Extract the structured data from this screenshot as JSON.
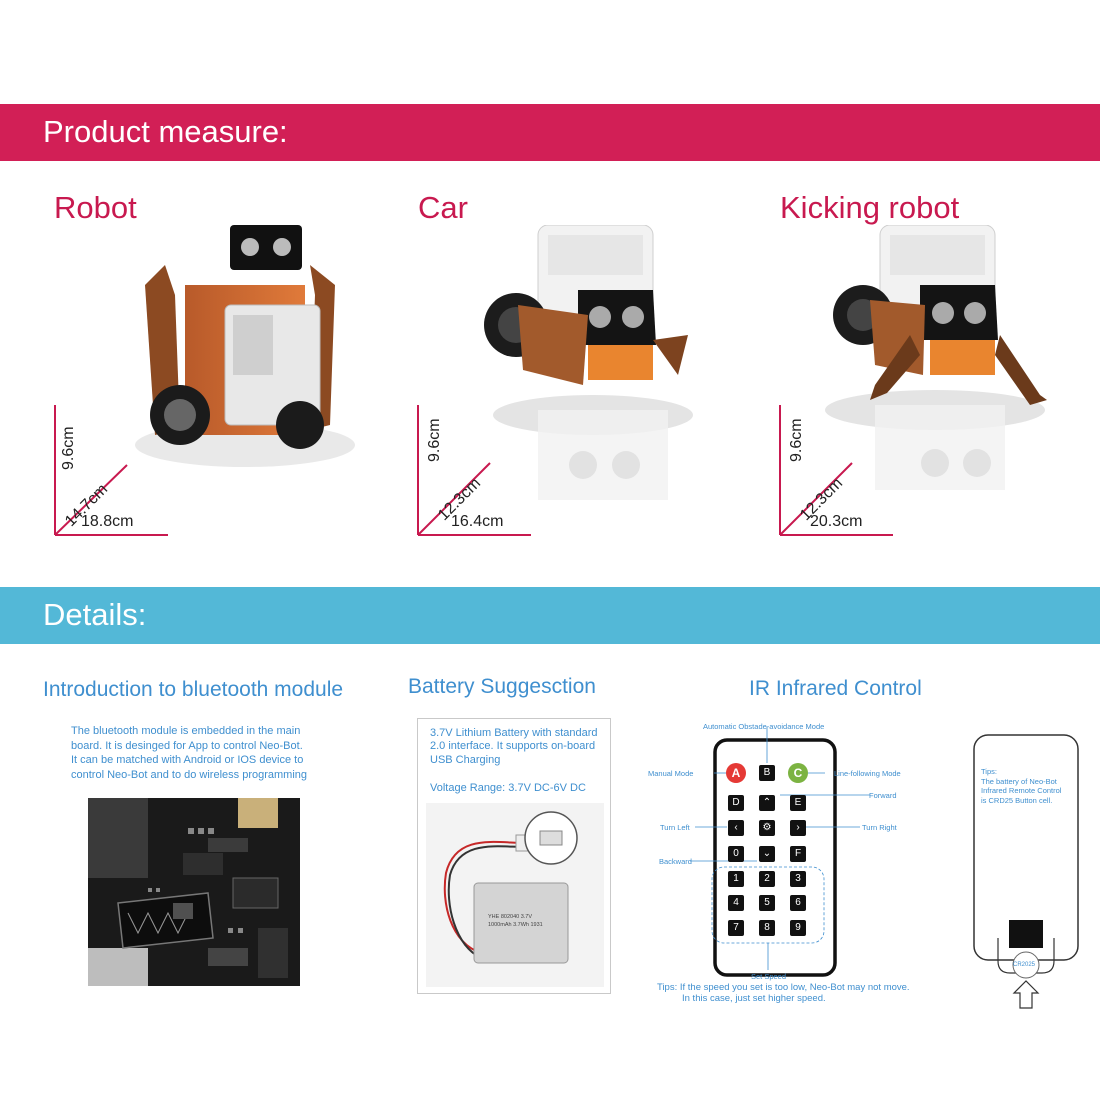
{
  "sections": {
    "measure_title": "Product measure:",
    "details_title": "Details:"
  },
  "colors": {
    "measure_banner": "#d21f56",
    "details_banner": "#53b8d7",
    "accent_text": "#3f8fcf",
    "product_title": "#c8194f"
  },
  "products": [
    {
      "name": "Robot",
      "height": "9.6cm",
      "depth": "14.7cm",
      "width": "18.8cm"
    },
    {
      "name": "Car",
      "height": "9.6cm",
      "depth": "12.3cm",
      "width": "16.4cm"
    },
    {
      "name": "Kicking robot",
      "height": "9.6cm",
      "depth": "12.3cm",
      "width": "20.3cm"
    }
  ],
  "bluetooth": {
    "title": "Introduction to bluetooth module",
    "lines": [
      "The bluetooth module is embedded in the main",
      "board. It is desinged for App to control Neo-Bot.",
      "It can be matched with Android or IOS device to",
      "control Neo-Bot and to do wireless programming"
    ]
  },
  "battery": {
    "title": "Battery Suggesction",
    "lines": [
      "3.7V Lithium Battery with standard",
      "2.0 interface. It supports on-board",
      "USB Charging"
    ],
    "voltage": "Voltage Range: 3.7V DC-6V DC",
    "label_line1": "YHE 802040 3.7V",
    "label_line2": "1000mAh 3.7Wh 1931"
  },
  "ir": {
    "title": "IR Infrared Control",
    "labels": {
      "obstacle": "Automatic Obstade-avoidance Mode",
      "manual": "Manual Mode",
      "line": "Line-following Mode",
      "forward": "Forward",
      "turn_left": "Turn Left",
      "turn_right": "Turn Right",
      "backward": "Backward",
      "set_speed": "Set Speed"
    },
    "keys": {
      "a": "A",
      "b": "B",
      "c": "C",
      "d": "D",
      "up": "⌃",
      "e": "E",
      "left": "‹",
      "gear": "⚙",
      "right": "›",
      "zero": "0",
      "down": "⌄",
      "f": "F",
      "nums": [
        "1",
        "2",
        "3",
        "4",
        "5",
        "6",
        "7",
        "8",
        "9"
      ]
    },
    "tips_line1": "Tips: If the speed you set is too low, Neo-Bot may not move.",
    "tips_line2": "In this case, just set higher speed.",
    "phone_tips": [
      "Tips:",
      "The battery of Neo-Bot",
      "Infrared Remote Control",
      "is CRD25 Button cell."
    ],
    "cell_label": "CR2025"
  },
  "icons": [
    "robot-photo",
    "car-photo",
    "kicking-robot-photo",
    "circuit-board-photo",
    "battery-photo",
    "ir-remote-icon",
    "remote-back-icon",
    "arrow-up-icon"
  ]
}
